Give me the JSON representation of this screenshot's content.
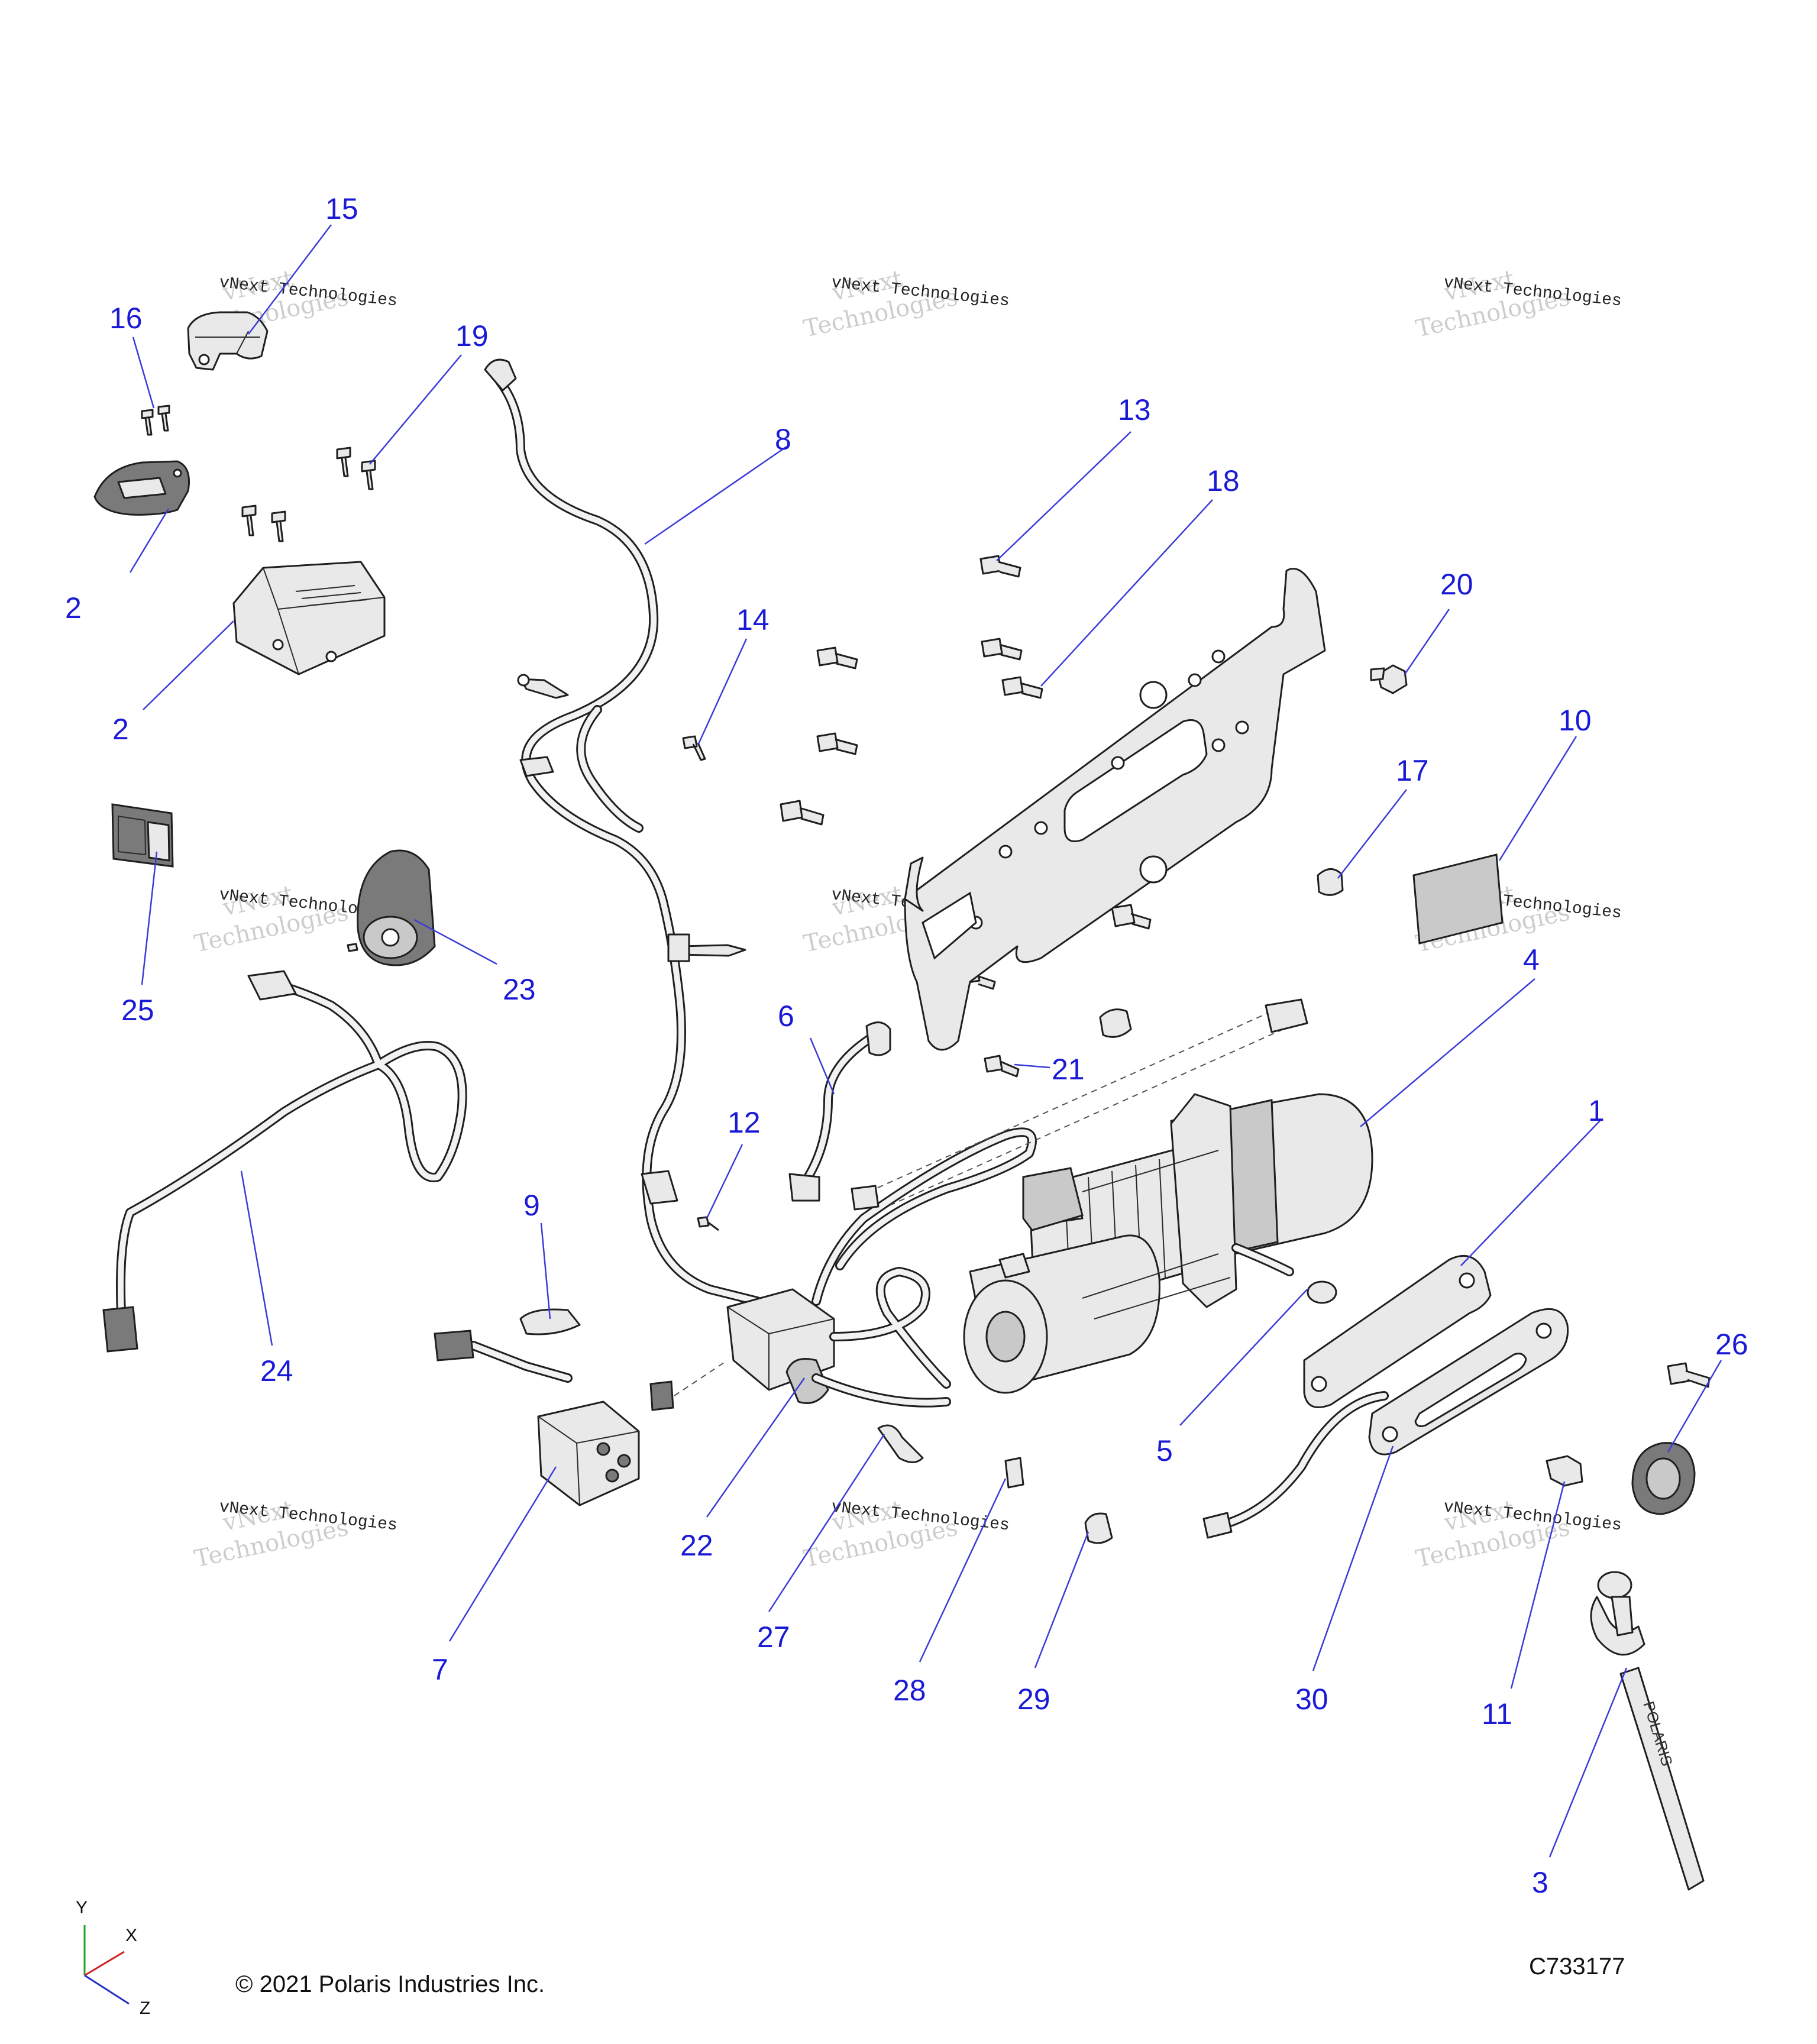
{
  "drawing": {
    "copyright": "© 2021 Polaris Industries Inc.",
    "drawing_number": "C733177"
  },
  "watermark": {
    "line1": "vNext",
    "line2": "Technologies",
    "small": "vNext Technologies"
  },
  "axes": {
    "x": "X",
    "y": "Y",
    "z": "Z"
  },
  "strap_brand": "POLARIS",
  "callouts": [
    {
      "id": "c1",
      "label": "1"
    },
    {
      "id": "c2a",
      "label": "2"
    },
    {
      "id": "c2b",
      "label": "2"
    },
    {
      "id": "c3",
      "label": "3"
    },
    {
      "id": "c4",
      "label": "4"
    },
    {
      "id": "c5",
      "label": "5"
    },
    {
      "id": "c6",
      "label": "6"
    },
    {
      "id": "c7",
      "label": "7"
    },
    {
      "id": "c8",
      "label": "8"
    },
    {
      "id": "c9",
      "label": "9"
    },
    {
      "id": "c10",
      "label": "10"
    },
    {
      "id": "c11",
      "label": "11"
    },
    {
      "id": "c12",
      "label": "12"
    },
    {
      "id": "c13",
      "label": "13"
    },
    {
      "id": "c14",
      "label": "14"
    },
    {
      "id": "c15",
      "label": "15"
    },
    {
      "id": "c16",
      "label": "16"
    },
    {
      "id": "c17",
      "label": "17"
    },
    {
      "id": "c18",
      "label": "18"
    },
    {
      "id": "c19",
      "label": "19"
    },
    {
      "id": "c20",
      "label": "20"
    },
    {
      "id": "c21",
      "label": "21"
    },
    {
      "id": "c22",
      "label": "22"
    },
    {
      "id": "c23",
      "label": "23"
    },
    {
      "id": "c24",
      "label": "24"
    },
    {
      "id": "c25",
      "label": "25"
    },
    {
      "id": "c26",
      "label": "26"
    },
    {
      "id": "c27",
      "label": "27"
    },
    {
      "id": "c28",
      "label": "28"
    },
    {
      "id": "c29",
      "label": "29"
    },
    {
      "id": "c30",
      "label": "30"
    }
  ]
}
